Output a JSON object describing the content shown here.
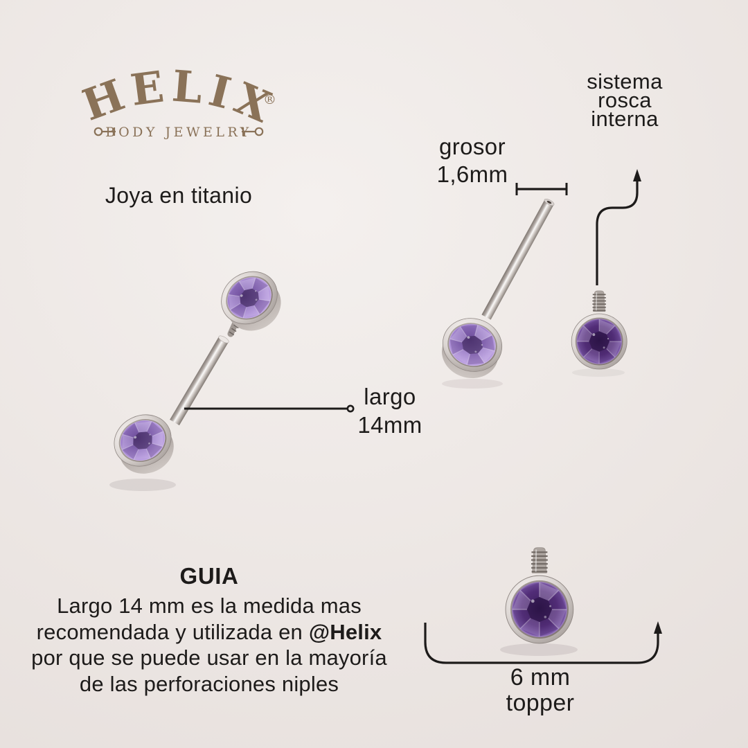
{
  "brand": {
    "name": "HELIX",
    "registered": "®",
    "tagline": "BODY JEWELRY"
  },
  "labels": {
    "material": "Joya en titanio",
    "thickness_label": "grosor",
    "thickness_value": "1,6mm",
    "system_line1": "sistema",
    "system_line2": "rosca",
    "system_line3": "interna",
    "length_label": "largo",
    "length_value": "14mm",
    "topper_size": "6 mm",
    "topper_label": "topper"
  },
  "guide": {
    "title": "GUIA",
    "line1": "Largo 14 mm es la medida mas",
    "line2_pre": "recomendada y utilizada en ",
    "line2_bold": "@Helix",
    "line3": "por que se puede usar en la mayoría",
    "line4": "de las perforaciones niples"
  },
  "colors": {
    "background": "#ece6e3",
    "text": "#1d1b1a",
    "logo_brown": "#8a7258",
    "gem_purple": "#5a3480",
    "gem_lavender": "#b497dc",
    "metal_silver": "#d9d3d0",
    "annotation_line": "#1d1b1a"
  }
}
